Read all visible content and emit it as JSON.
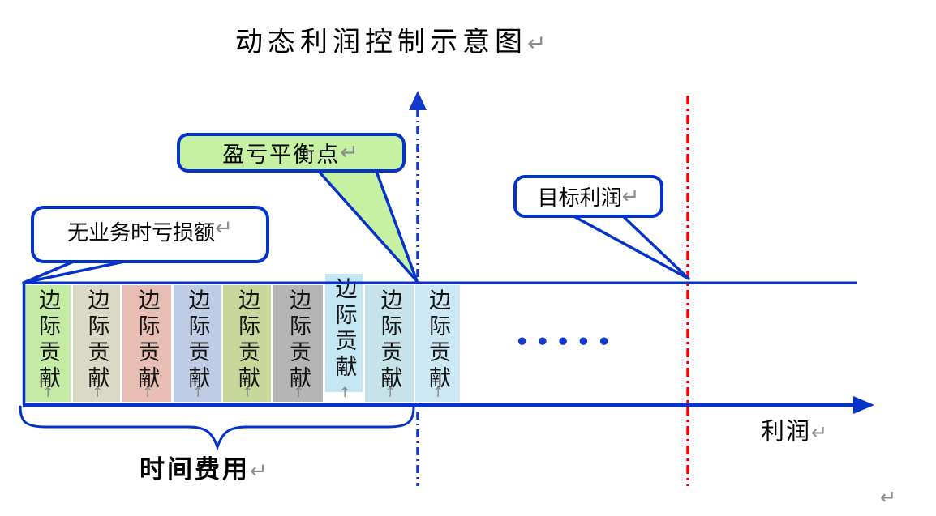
{
  "title": {
    "text": "动态利润控制示意图"
  },
  "glyphs": {
    "return_mark": "↵",
    "up_arrow": "↑",
    "ellipsis_dots": "•••••"
  },
  "callouts": {
    "break_even": {
      "label": "盈亏平衡点",
      "fill": "#C6F0A2",
      "border": "#0533C9"
    },
    "no_business_loss": {
      "label": "无业务时亏损额",
      "fill": "#FFFFFF",
      "border": "#0533C9"
    },
    "target_profit": {
      "label": "目标利润",
      "fill": "#FFFFFF",
      "border": "#0533C9"
    }
  },
  "bars": {
    "label": "边际贡献",
    "colors": [
      "#C3EBA3",
      "#D9D9C6",
      "#E8BDB3",
      "#BECDE5",
      "#C7D89A",
      "#B5B5B5",
      "#C5E7F3",
      "#C6E3EA",
      "#CBE8F4"
    ]
  },
  "axis": {
    "x_label": "利润",
    "line_color": "#0533C9",
    "breakeven_line_color": "#1238CC",
    "target_line_color": "#FF0000"
  },
  "brace": {
    "label": "时间费用"
  }
}
